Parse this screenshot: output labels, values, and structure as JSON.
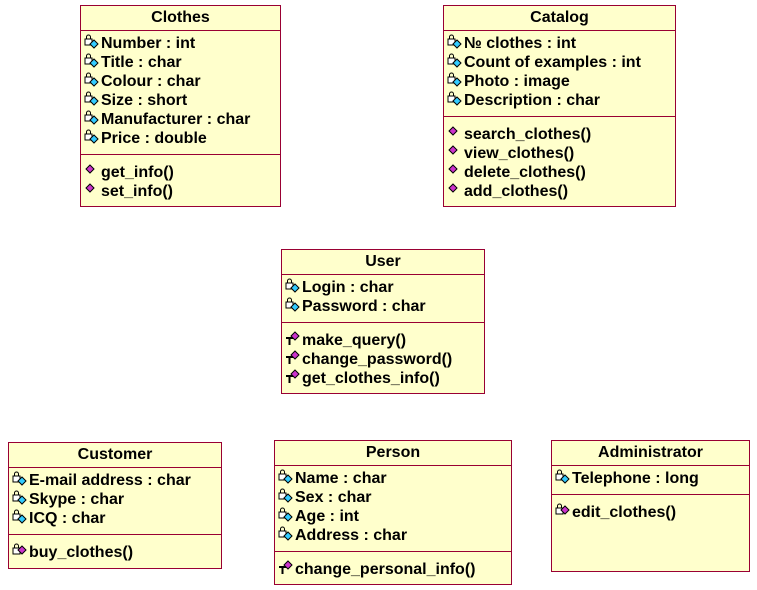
{
  "colors": {
    "box_fill": "#ffffcc",
    "box_border": "#990033",
    "attr_icon": "#33ccff",
    "op_icon": "#cc33cc"
  },
  "classes": {
    "clothes": {
      "name": "Clothes",
      "attributes": [
        "Number : int",
        "Title : char",
        "Colour : char",
        "Size : short",
        "Manufacturer : char",
        "Price : double"
      ],
      "operations": [
        "get_info()",
        "set_info()"
      ]
    },
    "catalog": {
      "name": "Catalog",
      "attributes": [
        "№ clothes : int",
        "Count of examples : int",
        "Photo : image",
        "Description : char"
      ],
      "operations": [
        "search_clothes()",
        "view_clothes()",
        "delete_clothes()",
        "add_clothes()"
      ]
    },
    "user": {
      "name": "User",
      "attributes": [
        "Login : char",
        "Password : char"
      ],
      "operations": [
        "make_query()",
        "change_password()",
        "get_clothes_info()"
      ]
    },
    "customer": {
      "name": "Customer",
      "attributes": [
        "E-mail address : char",
        "Skype : char",
        "ICQ : char"
      ],
      "operations": [
        "buy_clothes()"
      ]
    },
    "person": {
      "name": "Person",
      "attributes": [
        "Name : char",
        "Sex : char",
        "Age : int",
        "Address : char"
      ],
      "operations": [
        "change_personal_info()"
      ]
    },
    "administrator": {
      "name": "Administrator",
      "attributes": [
        "Telephone : long"
      ],
      "operations": [
        "edit_clothes()"
      ]
    }
  }
}
